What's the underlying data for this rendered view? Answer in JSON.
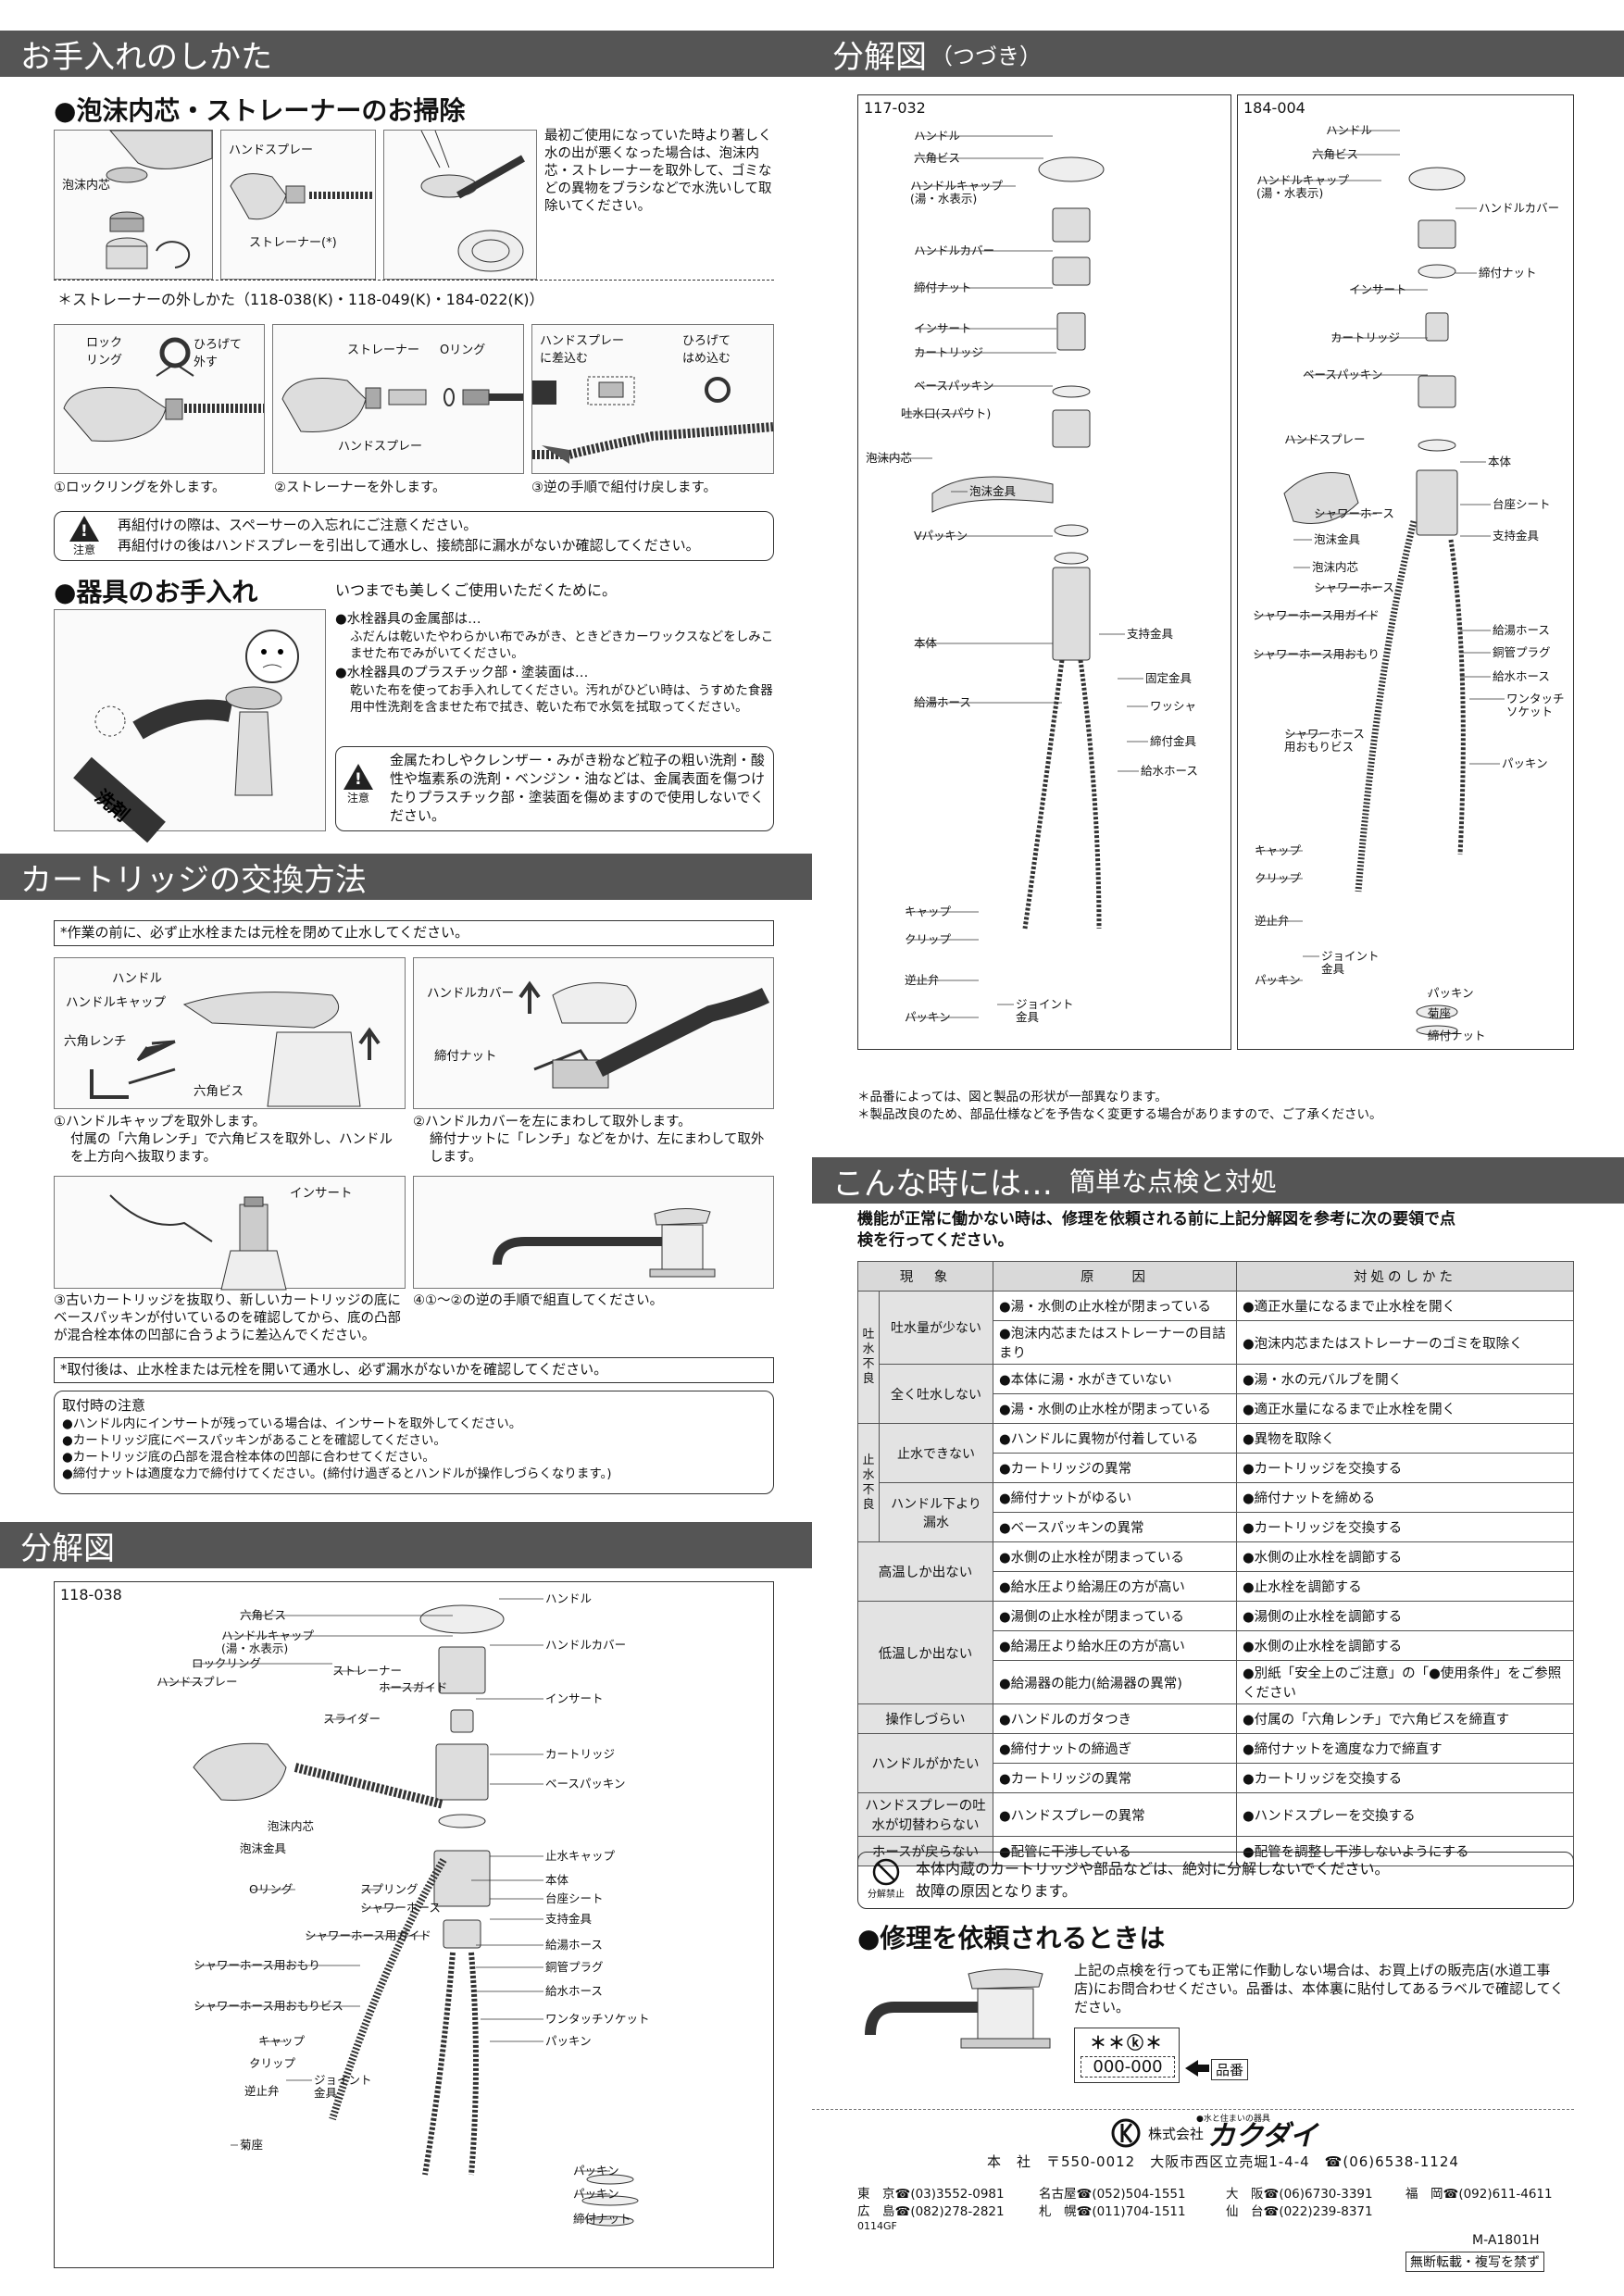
{
  "sections": {
    "care": "お手入れのしかた",
    "exploded_cont_main": "分解図",
    "exploded_cont_sub": "（つづき）",
    "cartridge": "カートリッジの交換方法",
    "exploded": "分解図",
    "trouble_main": "こんな時には…",
    "trouble_sub": "簡単な点検と対処"
  },
  "aerator": {
    "heading": "●泡沫内芯・ストレーナーのお掃除",
    "label_aerator": "泡沫内芯",
    "label_handspray": "ハンドスプレー",
    "label_strainer": "ストレーナー(*)",
    "text": "最初ご使用になっていた時より著しく水の出が悪くなった場合は、泡沫内芯・ストレーナーを取外して、ゴミなどの異物をブラシなどで水洗いして取除いてください。"
  },
  "strainer_removal": {
    "heading": "＊ストレーナーの外しかた（118-038(K)・118-049(K)・184-022(K)）",
    "lock_ring": "ロック\nリング",
    "spread": "ひろげて\n外す",
    "strainer": "ストレーナー",
    "oring": "Oリング",
    "handspray": "ハンドスプレー",
    "push_in": "ハンドスプレー\nに差込む",
    "spread_fit": "ひろげて\nはめ込む",
    "step1": "①ロックリングを外します。",
    "step2": "②ストレーナーを外します。",
    "step3": "③逆の手順で組付け戻します。",
    "caution_label": "注意",
    "caution_line1": "再組付けの際は、スペーサーの入忘れにご注意ください。",
    "caution_line2": "再組付けの後はハンドスプレーを引出して通水し、接続部に漏水がないか確認してください。"
  },
  "fixture_care": {
    "heading": "●器具のお手入れ",
    "intro": "いつまでも美しくご使用いただくために。",
    "metal_title": "●水栓器具の金属部は…",
    "metal_text": "ふだんは乾いたやわらかい布でみがき、ときどきカーワックスなどをしみこませた布でみがいてください。",
    "plastic_title": "●水栓器具のプラスチック部・塗装面は…",
    "plastic_text": "乾いた布を使ってお手入れしてください。汚れがひどい時は、うすめた食器用中性洗剤を含ませた布で拭き、乾いた布で水気を拭取ってください。",
    "caution_label": "注意",
    "caution_text": "金属たわしやクレンザー・みがき粉など粒子の粗い洗剤・酸性や塩素系の洗剤・ベンジン・油などは、金属表面を傷つけたりプラスチック部・塗装面を傷めますので使用しないでください。"
  },
  "cartridge": {
    "pre_note": "*作業の前に、必ず止水栓または元栓を閉めて止水してください。",
    "handle": "ハンドル",
    "handle_cap": "ハンドルキャップ",
    "hex_wrench": "六角レンチ",
    "hex_screw": "六角ビス",
    "handle_cover": "ハンドルカバー",
    "nut": "締付ナット",
    "insert": "インサート",
    "step1_a": "①ハンドルキャップを取外します。",
    "step1_b": "付属の「六角レンチ」で六角ビスを取外し、ハンドルを上方向へ抜取ります。",
    "step2_a": "②ハンドルカバーを左にまわして取外します。",
    "step2_b": "締付ナットに「レンチ」などをかけ、左にまわして取外します。",
    "step3_a": "③古いカートリッジを抜取り、新しいカートリッジの底にベースパッキンが付いているのを確認してから、底の凸部が混合栓本体の凹部に合うように差込んでください。",
    "step4": "④①～②の逆の手順で組直してください。",
    "post_note": "*取付後は、止水栓または元栓を開いて通水し、必ず漏水がないかを確認してください。",
    "install_title": "取付時の注意",
    "install_notes": [
      "●ハンドル内にインサートが残っている場合は、インサートを取外してください。",
      "●カートリッジ底にベースパッキンがあることを確認してください。",
      "●カートリッジ底の凸部を混合栓本体の凹部に合わせてください。",
      "●締付ナットは適度な力で締付けてください。(締付け過ぎるとハンドルが操作しづらくなります。)"
    ]
  },
  "diagram_118": {
    "model": "118-038",
    "labels": [
      "ハンドル",
      "六角ビス",
      "ハンドルキャップ\n(湯・水表示)",
      "ハンドルカバー",
      "インサート",
      "ロックリング",
      "ストレーナー",
      "ハンドスプレー",
      "ホースガイド",
      "スライダー",
      "カートリッジ",
      "ベースパッキン",
      "泡沫内芯",
      "泡沫金具",
      "Oリング",
      "スプリング",
      "止水キャップ",
      "本体",
      "シャワーホース",
      "台座シート",
      "支持金具",
      "シャワーホース用ガイド",
      "給湯ホース",
      "シャワーホース用おもり",
      "銅管プラグ",
      "シャワーホース用おもりビス",
      "給水ホース",
      "ワンタッチソケット",
      "キャップ",
      "パッキン",
      "クリップ",
      "ジョイント\n金具",
      "逆止弁",
      "パッキン",
      "菊座",
      "パッキン",
      "締付ナット"
    ]
  },
  "diagram_117": {
    "model": "117-032",
    "labels": [
      "ハンドル",
      "六角ビス",
      "ハンドルキャップ\n(湯・水表示)",
      "ハンドルカバー",
      "締付ナット",
      "インサート",
      "カートリッジ",
      "ベースパッキン",
      "吐水口(スパウト)",
      "泡沫内芯",
      "泡沫金具",
      "Vパッキン",
      "本体",
      "支持金具",
      "給湯ホース",
      "固定金具",
      "ワッシャ",
      "締付金具",
      "給水ホース",
      "キャップ",
      "クリップ",
      "逆止弁",
      "ジョイント\n金具",
      "パッキン"
    ]
  },
  "diagram_184": {
    "model": "184-004",
    "labels": [
      "ハンドル",
      "六角ビス",
      "ハンドルキャップ\n(湯・水表示)",
      "ハンドルカバー",
      "締付ナット",
      "インサート",
      "カートリッジ",
      "ベースパッキン",
      "ハンドスプレー",
      "本体",
      "台座シート",
      "シャワーホース",
      "支持金具",
      "泡沫金具",
      "泡沫内芯",
      "シャワーホース",
      "シャワーホース用ガイド",
      "給湯ホース",
      "シャワーホース用おもり",
      "銅管プラグ",
      "給水ホース",
      "シャワーホース\n用おもりビス",
      "ワンタッチ\nソケット",
      "パッキン",
      "キャップ",
      "クリップ",
      "逆止弁",
      "ジョイント\n金具",
      "パッキン",
      "パッキン",
      "菊座",
      "締付ナット"
    ]
  },
  "diagram_notes": [
    "＊品番によっては、図と製品の形状が一部異なります。",
    "＊製品改良のため、部品仕様などを予告なく変更する場合がありますので、ご了承ください。"
  ],
  "trouble": {
    "intro": "機能が正常に働かない時は、修理を依頼される前に上記分解図を参考に次の要領で点検を行ってください。",
    "headers": [
      "現　象",
      "原　　因",
      "対処のしかた"
    ],
    "groups": [
      {
        "group": "吐水不良",
        "subs": [
          {
            "sub": "吐水量が少ない",
            "rows": [
              [
                "●湯・水側の止水栓が閉まっている",
                "●適正水量になるまで止水栓を開く"
              ],
              [
                "●泡沫内芯またはストレーナーの目詰まり",
                "●泡沫内芯またはストレーナーのゴミを取除く"
              ]
            ]
          },
          {
            "sub": "全く吐水しない",
            "rows": [
              [
                "●本体に湯・水がきていない",
                "●湯・水の元バルブを開く"
              ],
              [
                "●湯・水側の止水栓が閉まっている",
                "●適正水量になるまで止水栓を開く"
              ]
            ]
          }
        ]
      },
      {
        "group": "止水不良",
        "subs": [
          {
            "sub": "止水できない",
            "rows": [
              [
                "●ハンドルに異物が付着している",
                "●異物を取除く"
              ],
              [
                "●カートリッジの異常",
                "●カートリッジを交換する"
              ]
            ]
          },
          {
            "sub": "ハンドル下より漏水",
            "rows": [
              [
                "●締付ナットがゆるい",
                "●締付ナットを締める"
              ],
              [
                "●ベースパッキンの異常",
                "●カートリッジを交換する"
              ]
            ]
          }
        ]
      }
    ],
    "singles": [
      {
        "cat": "高温しか出ない",
        "rows": [
          [
            "●水側の止水栓が閉まっている",
            "●水側の止水栓を調節する"
          ],
          [
            "●給水圧より給湯圧の方が高い",
            "●止水栓を調節する"
          ]
        ]
      },
      {
        "cat": "低温しか出ない",
        "rows": [
          [
            "●湯側の止水栓が閉まっている",
            "●湯側の止水栓を調節する"
          ],
          [
            "●給湯圧より給水圧の方が高い",
            "●水側の止水栓を調節する"
          ],
          [
            "●給湯器の能力(給湯器の異常)",
            "●別紙「安全上のご注意」の「●使用条件」をご参照ください"
          ]
        ]
      },
      {
        "cat": "操作しづらい",
        "rows": [
          [
            "●ハンドルのガタつき",
            "●付属の「六角レンチ」で六角ビスを締直す"
          ]
        ]
      },
      {
        "cat": "ハンドルがかたい",
        "rows": [
          [
            "●締付ナットの締過ぎ",
            "●締付ナットを適度な力で締直す"
          ],
          [
            "●カートリッジの異常",
            "●カートリッジを交換する"
          ]
        ]
      },
      {
        "cat": "ハンドスプレーの吐水が切替わらない",
        "rows": [
          [
            "●ハンドスプレーの異常",
            "●ハンドスプレーを交換する"
          ]
        ]
      },
      {
        "cat": "ホースが戻らない",
        "rows": [
          [
            "●配管に干渉している",
            "●配管を調整し干渉しないようにする"
          ]
        ]
      }
    ],
    "prohibit_label": "分解禁止",
    "prohibit_line1": "本体内蔵のカートリッジや部品などは、絶対に分解しないでください。",
    "prohibit_line2": "故障の原因となります。"
  },
  "repair": {
    "heading": "●修理を依頼されるときは",
    "text": "上記の点検を行っても正常に作動しない場合は、お買上げの販売店(水道工事店)にお問合わせください。品番は、本体裏に貼付してあるラベルで確認してください。",
    "label_top": "＊＊ⓚ＊",
    "label_num": "000-000",
    "arrow_label": "品番"
  },
  "company": {
    "tagline": "●水と住まいの器具",
    "name_prefix": "株式会社",
    "name": "カクダイ",
    "hq": "本　社　〒550-0012　大阪市西区立売堀1-4-4　☎(06)6538-1124",
    "branches_row1": [
      "東　京☎(03)3552-0981",
      "名古屋☎(052)504-1551",
      "大　阪☎(06)6730-3391",
      "福　岡☎(092)611-4611"
    ],
    "branches_row2": [
      "広　島☎(082)278-2821",
      "札　幌☎(011)704-1511",
      "仙　台☎(022)239-8371"
    ],
    "code_left": "0114GF",
    "doc_code": "M-A1801H",
    "copyright": "無断転載・複写を禁ず"
  }
}
